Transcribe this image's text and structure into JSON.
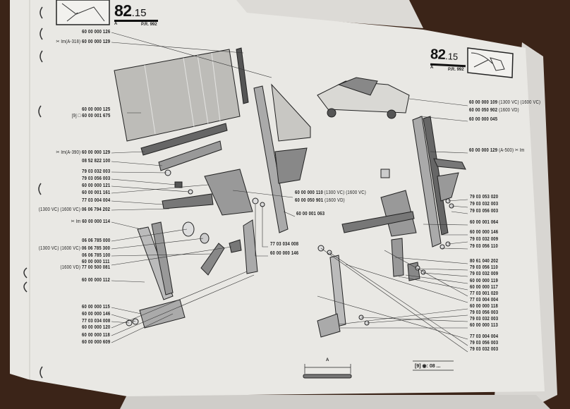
{
  "header_left": {
    "section": "82",
    "subsection": ".15",
    "variant": "A",
    "reference": "P.R. 992"
  },
  "header_right": {
    "section": "82",
    "subsection": ".15",
    "variant": "A",
    "reference": "P.R. 992"
  },
  "callouts": {
    "left": [
      {
        "prefix": "",
        "part": "60 00 000 126"
      },
      {
        "prefix": "✂ lm(A-318)",
        "part": "60 00 000 129"
      },
      {
        "prefix": "",
        "part": "60 00 000 125"
      },
      {
        "prefix": "[9] □",
        "part": "60 00 001 675"
      },
      {
        "prefix": "✂ lm(A-390)",
        "part": "60 00 000 129"
      },
      {
        "prefix": "",
        "part": "08 52 822 100"
      },
      {
        "prefix": "",
        "part": "79 03 032 003"
      },
      {
        "prefix": "",
        "part": "79 03 056 003"
      },
      {
        "prefix": "",
        "part": "60 00 000 121"
      },
      {
        "prefix": "",
        "part": "60 00 001 161"
      },
      {
        "prefix": "",
        "part": "77 03 004 004"
      },
      {
        "prefix": "(1300 VC) (1600 VC)",
        "part": "06 06 794 202"
      },
      {
        "prefix": "✂ lm",
        "part": "60 00 000 114"
      },
      {
        "prefix": "",
        "part": "06 06 785 000"
      },
      {
        "prefix": "(1300 VC) (1600 VC)",
        "part": "06 06 785 300"
      },
      {
        "prefix": "",
        "part": "06 06 785 100"
      },
      {
        "prefix": "",
        "part": "60 00 000 111"
      },
      {
        "prefix": "(1600 VD)",
        "part": "77 00 500 081"
      },
      {
        "prefix": "",
        "part": "60 00 000 112"
      },
      {
        "prefix": "",
        "part": "60 00 000 115"
      },
      {
        "prefix": "",
        "part": "60 00 000 146"
      },
      {
        "prefix": "",
        "part": "77 03 034 008"
      },
      {
        "prefix": "",
        "part": "60 00 000 120"
      },
      {
        "prefix": "",
        "part": "60 00 000 118"
      },
      {
        "prefix": "",
        "part": "60 00 000 609"
      }
    ],
    "middle": [
      {
        "part": "60 00 000 110",
        "suffix": "(1300 VC) (1600 VC)"
      },
      {
        "part": "60 00 050 901",
        "suffix": "(1600 VD)"
      },
      {
        "part": "60 00 001 063",
        "suffix": ""
      },
      {
        "part": "77 03 034 008",
        "suffix": ""
      },
      {
        "part": "60 00 000 146",
        "suffix": ""
      }
    ],
    "right": [
      {
        "part": "60 00 000 109",
        "suffix": "(1300 VC) (1600 VC)"
      },
      {
        "part": "60 00 050 902",
        "suffix": "(1600 VD)"
      },
      {
        "part": "60 00 000 045",
        "suffix": ""
      },
      {
        "part": "60 00 000 129",
        "suffix": "(A-500) ✂ lm"
      },
      {
        "part": "79 03 053 020",
        "suffix": ""
      },
      {
        "part": "79 03 032 003",
        "suffix": ""
      },
      {
        "part": "79 03 056 003",
        "suffix": ""
      },
      {
        "part": "60 00 001 064",
        "suffix": ""
      },
      {
        "part": "60 00 000 146",
        "suffix": ""
      },
      {
        "part": "79 03 032 009",
        "suffix": ""
      },
      {
        "part": "79 03 056 110",
        "suffix": ""
      },
      {
        "part": "80 61 040 202",
        "suffix": ""
      },
      {
        "part": "79 03 056 110",
        "suffix": ""
      },
      {
        "part": "79 03 032 009",
        "suffix": ""
      },
      {
        "part": "60 00 000 119",
        "suffix": ""
      },
      {
        "part": "60 00 000 117",
        "suffix": ""
      },
      {
        "part": "77 03 001 020",
        "suffix": ""
      },
      {
        "part": "77 03 004 004",
        "suffix": ""
      },
      {
        "part": "60 00 000 118",
        "suffix": ""
      },
      {
        "part": "79 03 056 003",
        "suffix": ""
      },
      {
        "part": "79 03 032 003",
        "suffix": ""
      },
      {
        "part": "60 00 000 113",
        "suffix": ""
      },
      {
        "part": "77 03 004 004",
        "suffix": ""
      },
      {
        "part": "79 03 056 003",
        "suffix": ""
      },
      {
        "part": "79 03 032 003",
        "suffix": ""
      }
    ]
  },
  "footer": {
    "dimension_label": "A",
    "note": "[9] ◉: 08 ..."
  }
}
